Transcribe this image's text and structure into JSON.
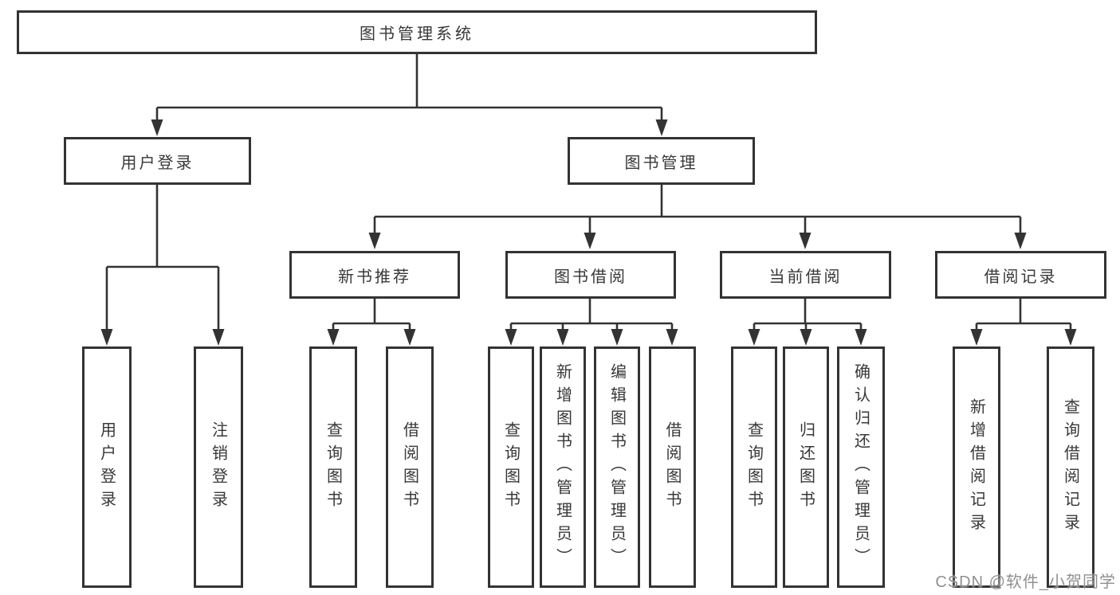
{
  "diagram": {
    "root": {
      "label": "图书管理系统",
      "children": [
        {
          "label": "用户登录",
          "children": [
            {
              "label": "用户登录"
            },
            {
              "label": "注销登录"
            }
          ]
        },
        {
          "label": "图书管理",
          "children": [
            {
              "label": "新书推荐",
              "children": [
                {
                  "label": "查询图书"
                },
                {
                  "label": "借阅图书"
                }
              ]
            },
            {
              "label": "图书借阅",
              "children": [
                {
                  "label": "查询图书"
                },
                {
                  "label": "新增图书（管理员）"
                },
                {
                  "label": "编辑图书（管理员）"
                },
                {
                  "label": "借阅图书"
                }
              ]
            },
            {
              "label": "当前借阅",
              "children": [
                {
                  "label": "查询图书"
                },
                {
                  "label": "归还图书"
                },
                {
                  "label": "确认归还（管理员）"
                }
              ]
            },
            {
              "label": "借阅记录",
              "children": [
                {
                  "label": "新增借阅记录"
                },
                {
                  "label": "查询借阅记录"
                }
              ]
            }
          ]
        }
      ]
    }
  },
  "watermark": {
    "text": "CSDN @软件_小贺同学"
  },
  "colors": {
    "line": "#333333",
    "box_border": "#333333",
    "text": "#383838",
    "background": "#ffffff",
    "watermark": "#848484"
  }
}
